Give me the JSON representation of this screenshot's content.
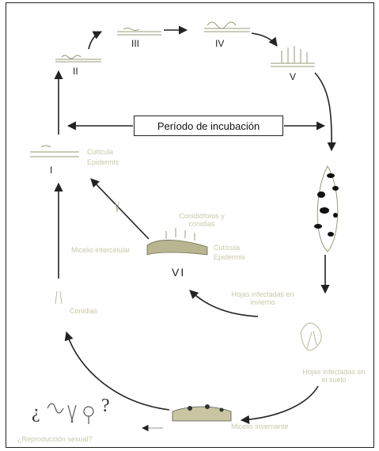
{
  "diagram": {
    "incubation_label": "Período de incubación",
    "stages": {
      "I": "I",
      "II": "II",
      "III": "III",
      "IV": "IV",
      "V": "V",
      "VI": "VI"
    },
    "symbols": {
      "question_left": "¿",
      "question_right": "?"
    },
    "faint_labels": {
      "cuticle": "Cutícula",
      "epidermis": "Epidermis",
      "conidiophores": "Conidióforos y conidias",
      "mycelium": "Micelio intercelular",
      "cuticle_vi": "Cutícula",
      "epidermis_vi": "Epidermis",
      "infected_leaves": "Hojas infectadas en invierno",
      "conidia": "Conidias",
      "fallen_leaves": "Hojas infectadas en el suelo",
      "mycelium_winter": "Micelio invernante",
      "sexual_reproduction": "¿Reproducción sexual?"
    },
    "colors": {
      "line": "#222222",
      "faint_text": "#c9c8a9",
      "leaf_tissue": "#b8b590"
    }
  }
}
